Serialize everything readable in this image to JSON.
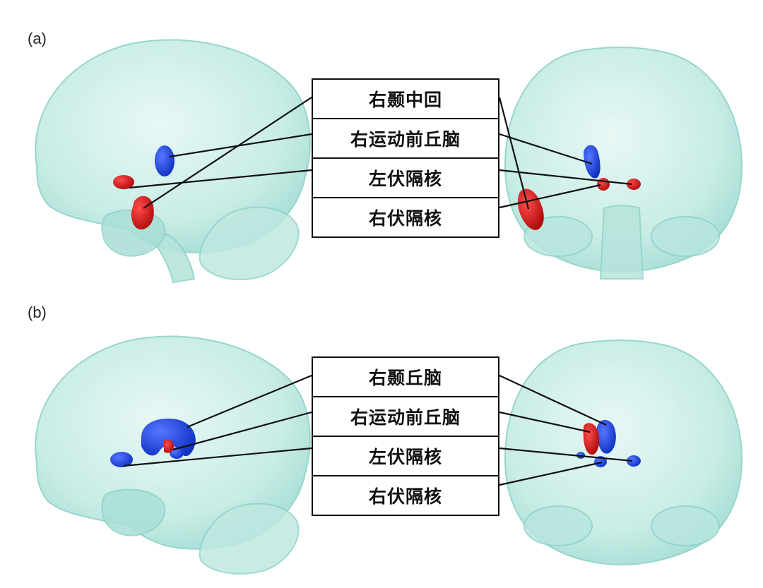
{
  "panels": [
    {
      "letter": "(a)",
      "labels": [
        "右颞中回",
        "右运动前丘脑",
        "左伏隔核",
        "右伏隔核"
      ]
    },
    {
      "letter": "(b)",
      "labels": [
        "右颞丘脑",
        "右运动前丘脑",
        "左伏隔核",
        "右伏隔核"
      ]
    }
  ],
  "colors": {
    "brain_fill": "#c6ece6",
    "brain_edge": "#8fd3c8",
    "region_blue": "#1a3fd6",
    "region_red": "#d31616",
    "leader_line": "#111111"
  }
}
